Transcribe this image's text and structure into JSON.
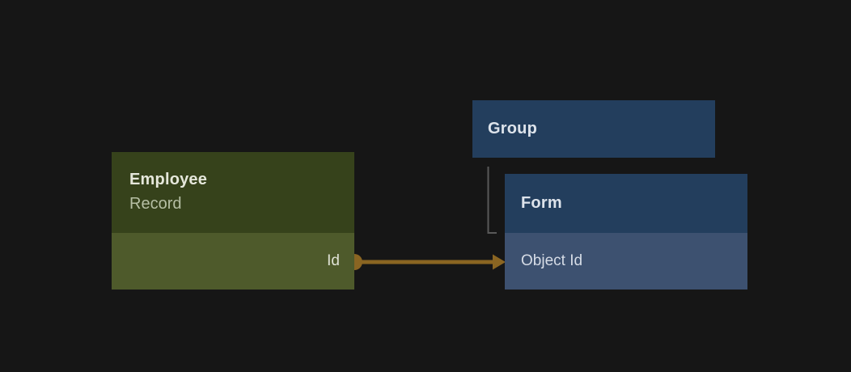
{
  "canvas": {
    "background": "#161616"
  },
  "nodes": {
    "employee": {
      "title": "Employee",
      "subtitle": "Record",
      "header_color": "#36421b",
      "row_color": "#4e5a2b",
      "rows": [
        {
          "label": "Id"
        }
      ]
    },
    "group": {
      "title": "Group",
      "header_color": "#233e5d"
    },
    "form": {
      "title": "Form",
      "header_color": "#233e5d",
      "row_color": "#3d5170",
      "rows": [
        {
          "label": "Object Id"
        }
      ]
    }
  },
  "edges": {
    "mapping_arrow": {
      "from": "Employee Record / Id",
      "to": "Form / Object Id",
      "color": "#8a6522"
    },
    "group_form_link": {
      "from": "Group",
      "to": "Form",
      "color": "#595959"
    }
  }
}
